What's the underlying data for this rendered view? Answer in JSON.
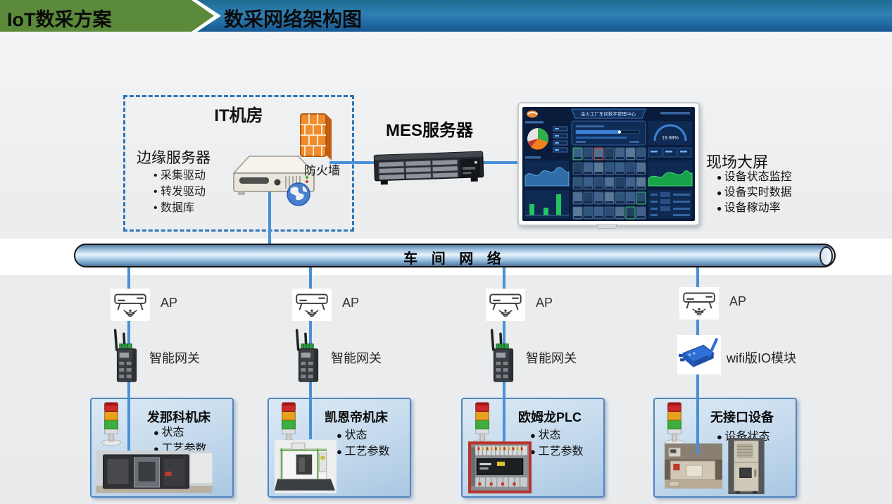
{
  "header": {
    "left_tab": "IoT数采方案",
    "right_title": "数采网络架构图"
  },
  "it_room": {
    "title": "IT机房",
    "server_label": "边缘服务器",
    "bullets": [
      "采集驱动",
      "转发驱动",
      "数据库"
    ],
    "firewall_label": "防火墙"
  },
  "mes": {
    "label": "MES服务器"
  },
  "bus": {
    "label": "车 间 网 络"
  },
  "big_screen": {
    "title": "现场大屏",
    "bullets": [
      "设备状态监控",
      "设备实时数据",
      "设备稼动率"
    ],
    "dashboard": {
      "title": "金火工厂车间数字管理中心",
      "gauge": "19.98%"
    }
  },
  "columns": [
    {
      "ap_label": "AP",
      "device_label": "智能网关",
      "box": {
        "title": "发那科机床",
        "bullets": [
          "状态",
          "工艺参数"
        ]
      }
    },
    {
      "ap_label": "AP",
      "device_label": "智能网关",
      "box": {
        "title": "凯恩帝机床",
        "bullets": [
          "状态",
          "工艺参数"
        ]
      }
    },
    {
      "ap_label": "AP",
      "device_label": "智能网关",
      "box": {
        "title": "欧姆龙PLC",
        "bullets": [
          "状态",
          "工艺参数"
        ]
      }
    },
    {
      "ap_label": "AP",
      "device_label": "wifi版IO模块",
      "box": {
        "title": "无接口设备",
        "bullets": [
          "设备状态"
        ]
      }
    }
  ],
  "colors": {
    "connector_blue": "#4a90d8",
    "banner_green": "#5a8a3a",
    "banner_blue": "#2e80b5",
    "dashed_border": "#2e75b6",
    "box_border": "#4f86c0"
  }
}
